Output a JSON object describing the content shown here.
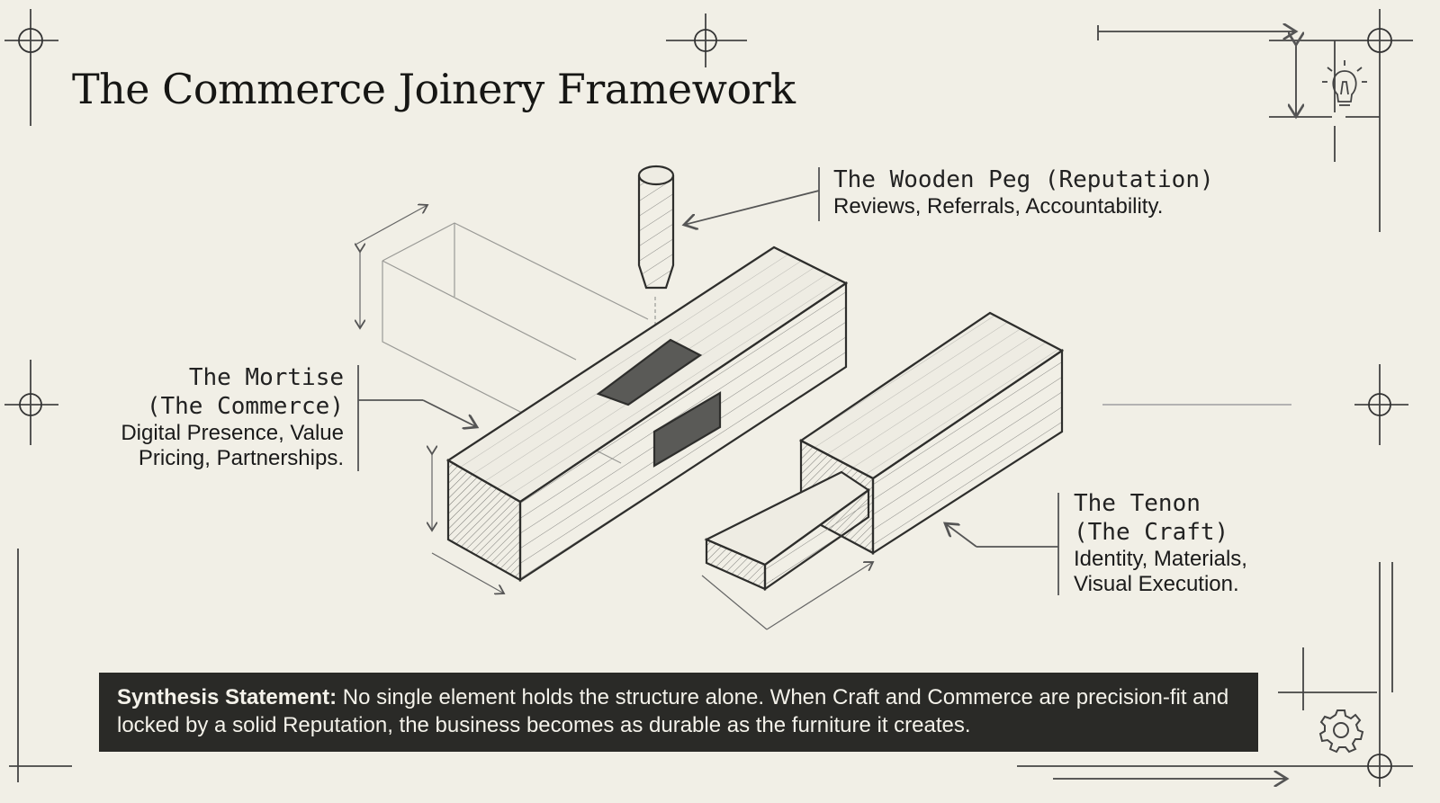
{
  "title": "The Commerce Joinery Framework",
  "labels": {
    "peg": {
      "heading": "The Wooden Peg (Reputation)",
      "detail": "Reviews, Referrals, Accountability."
    },
    "mortise": {
      "heading_line1": "The Mortise",
      "heading_line2": "(The Commerce)",
      "detail_line1": "Digital Presence, Value",
      "detail_line2": "Pricing, Partnerships."
    },
    "tenon": {
      "heading_line1": "The Tenon",
      "heading_line2": "(The Craft)",
      "detail_line1": "Identity, Materials,",
      "detail_line2": "Visual Execution."
    }
  },
  "synthesis": {
    "label": "Synthesis Statement:",
    "text": " No single element holds the structure alone. When Craft and Commerce are precision-fit and locked by a solid Reputation, the business becomes as durable as the furniture it creates."
  },
  "icons": [
    "lightbulb-icon",
    "gear-icon",
    "crosshair-icon"
  ]
}
